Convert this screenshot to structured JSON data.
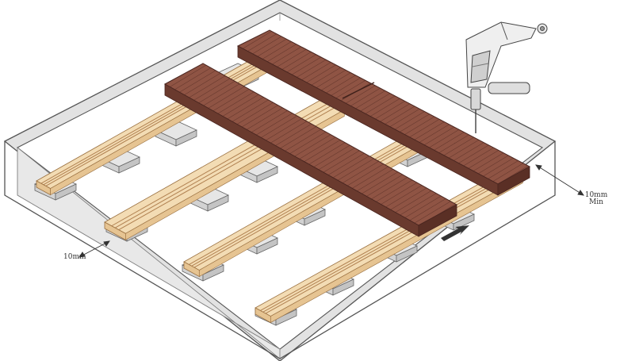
{
  "labels": {
    "gap_left": "10mm",
    "gap_right_line1": "10mm",
    "gap_right_line2": "Min"
  },
  "colors": {
    "frame_fill": "#e2e2e2",
    "frame_stroke": "#555555",
    "pad_fill": "#e6e6e6",
    "joist_light": "#f3dcb4",
    "joist_mid": "#e6c492",
    "joist_groove": "#b08050",
    "board_top": "#8f5444",
    "board_side": "#6a3a2e",
    "board_line": "#5a2f25",
    "drill_body": "#efefef",
    "drill_stroke": "#444444",
    "arrow": "#333333"
  },
  "icons": [
    "drill-icon",
    "direction-arrow-icon",
    "dimension-arrow-icon"
  ]
}
